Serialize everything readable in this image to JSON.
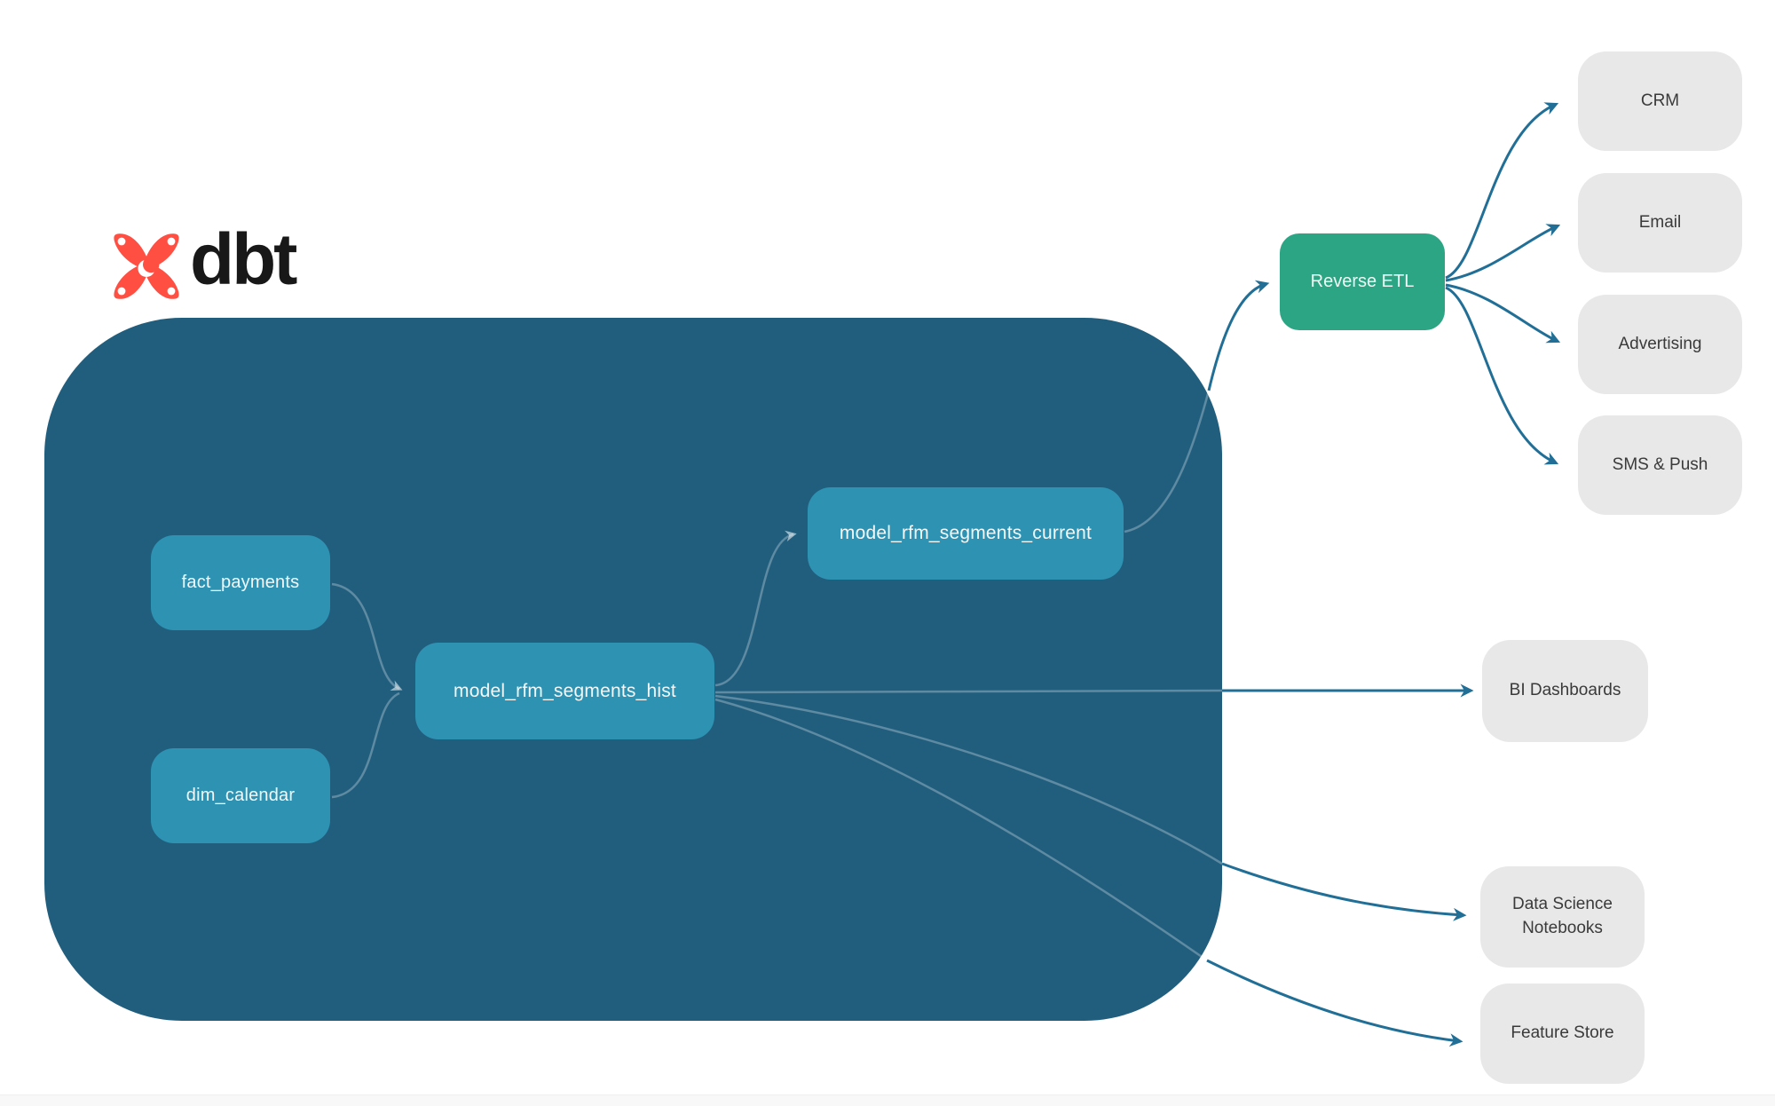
{
  "logo": {
    "brand": "dbt"
  },
  "colors": {
    "container": "#215e7e",
    "model_node": "#2e92b2",
    "reverse_etl_node": "#2ba583",
    "destination_node": "#e8e8e8",
    "edge": "#216f96",
    "logo_mark": "#ff4f43"
  },
  "nodes": {
    "fact_payments": "fact_payments",
    "dim_calendar": "dim_calendar",
    "model_hist": "model_rfm_segments_hist",
    "model_current": "model_rfm_segments_current",
    "reverse_etl": "Reverse ETL",
    "crm": "CRM",
    "email": "Email",
    "advertising": "Advertising",
    "sms_push": "SMS & Push",
    "bi_dashboards": "BI Dashboards",
    "ds_notebooks": "Data Science Notebooks",
    "feature_store": "Feature Store"
  },
  "edges": [
    {
      "from": "fact_payments",
      "to": "model_rfm_segments_hist"
    },
    {
      "from": "dim_calendar",
      "to": "model_rfm_segments_hist"
    },
    {
      "from": "model_rfm_segments_hist",
      "to": "model_rfm_segments_current"
    },
    {
      "from": "model_rfm_segments_hist",
      "to": "BI Dashboards"
    },
    {
      "from": "model_rfm_segments_hist",
      "to": "Data Science Notebooks"
    },
    {
      "from": "model_rfm_segments_hist",
      "to": "Feature Store"
    },
    {
      "from": "model_rfm_segments_current",
      "to": "Reverse ETL"
    },
    {
      "from": "Reverse ETL",
      "to": "CRM"
    },
    {
      "from": "Reverse ETL",
      "to": "Email"
    },
    {
      "from": "Reverse ETL",
      "to": "Advertising"
    },
    {
      "from": "Reverse ETL",
      "to": "SMS & Push"
    }
  ]
}
